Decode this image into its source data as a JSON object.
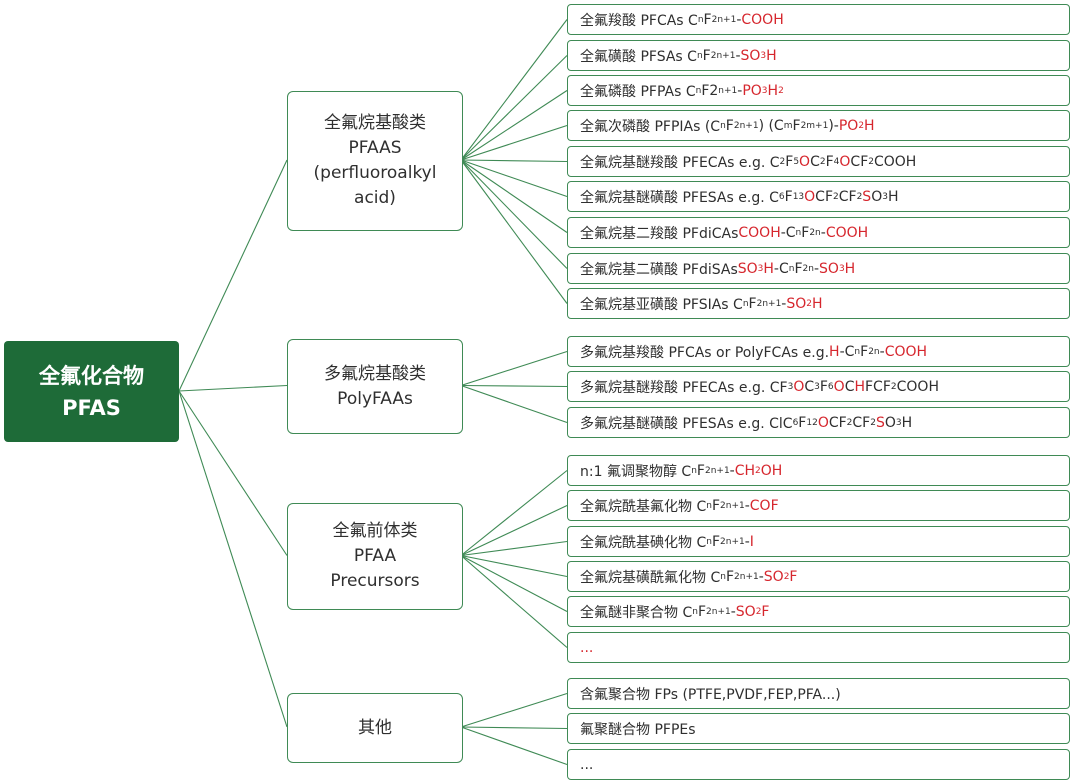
{
  "colors": {
    "accent": "#1e6b38",
    "line": "#3f8a55",
    "highlight": "#d6262d"
  },
  "root": {
    "line1": "全氟化合物",
    "line2": "PFAS"
  },
  "categories": {
    "pfaas": {
      "lines": [
        "全氟烷基酸类",
        "PFAAS",
        "(perfluoroalkyl",
        "acid)"
      ],
      "items": [
        [
          [
            "t",
            "全氟羧酸 PFCAs C"
          ],
          [
            "s",
            "n"
          ],
          [
            "t",
            "F"
          ],
          [
            "s",
            "2n+1"
          ],
          [
            "t",
            "-"
          ],
          [
            "r",
            "COOH"
          ]
        ],
        [
          [
            "t",
            "全氟磺酸 PFSAs C"
          ],
          [
            "s",
            "n"
          ],
          [
            "t",
            "F"
          ],
          [
            "s",
            "2n+1"
          ],
          [
            "t",
            "-"
          ],
          [
            "r",
            "SO"
          ],
          [
            "rs",
            "3"
          ],
          [
            "r",
            "H"
          ]
        ],
        [
          [
            "t",
            "全氟磷酸 PFPAs C"
          ],
          [
            "s",
            "n"
          ],
          [
            "t",
            "F2"
          ],
          [
            "s",
            "n+1"
          ],
          [
            "t",
            "-"
          ],
          [
            "r",
            "PO"
          ],
          [
            "rs",
            "3"
          ],
          [
            "r",
            "H"
          ],
          [
            "rs",
            "2"
          ]
        ],
        [
          [
            "t",
            "全氟次磷酸 PFPIAs (C"
          ],
          [
            "s",
            "n"
          ],
          [
            "t",
            "F"
          ],
          [
            "s",
            "2n+1"
          ],
          [
            "t",
            ") (C"
          ],
          [
            "s",
            "m"
          ],
          [
            "t",
            "F"
          ],
          [
            "s",
            "2m+1"
          ],
          [
            "t",
            ")-"
          ],
          [
            "r",
            "PO"
          ],
          [
            "rs",
            "2"
          ],
          [
            "r",
            "H"
          ]
        ],
        [
          [
            "t",
            "全氟烷基醚羧酸 PFECAs e.g. C"
          ],
          [
            "s",
            "2"
          ],
          [
            "t",
            "F"
          ],
          [
            "s",
            "5"
          ],
          [
            "r",
            "O"
          ],
          [
            "t",
            "C"
          ],
          [
            "s",
            "2"
          ],
          [
            "t",
            "F"
          ],
          [
            "s",
            "4"
          ],
          [
            "r",
            "O"
          ],
          [
            "t",
            "CF"
          ],
          [
            "s",
            "2"
          ],
          [
            "t",
            "COOH"
          ]
        ],
        [
          [
            "t",
            "全氟烷基醚磺酸 PFESAs e.g. C"
          ],
          [
            "s",
            "6"
          ],
          [
            "t",
            "F"
          ],
          [
            "s",
            "13"
          ],
          [
            "r",
            "O"
          ],
          [
            "t",
            "CF"
          ],
          [
            "s",
            "2"
          ],
          [
            "t",
            "CF"
          ],
          [
            "s",
            "2"
          ],
          [
            "r",
            "S"
          ],
          [
            "t",
            "O"
          ],
          [
            "s",
            "3"
          ],
          [
            "t",
            "H"
          ]
        ],
        [
          [
            "t",
            "全氟烷基二羧酸 PFdiCAs "
          ],
          [
            "r",
            "COOH"
          ],
          [
            "t",
            "-C"
          ],
          [
            "s",
            "n"
          ],
          [
            "t",
            "F"
          ],
          [
            "s",
            "2n"
          ],
          [
            "t",
            "-"
          ],
          [
            "r",
            "COOH"
          ]
        ],
        [
          [
            "t",
            "全氟烷基二磺酸 PFdiSAs "
          ],
          [
            "r",
            "SO"
          ],
          [
            "rs",
            "3"
          ],
          [
            "r",
            "H"
          ],
          [
            "t",
            "-C"
          ],
          [
            "s",
            "n"
          ],
          [
            "t",
            "F"
          ],
          [
            "s",
            "2n"
          ],
          [
            "t",
            "-"
          ],
          [
            "r",
            "SO"
          ],
          [
            "rs",
            "3"
          ],
          [
            "r",
            "H"
          ]
        ],
        [
          [
            "t",
            "全氟烷基亚磺酸 PFSIAs C"
          ],
          [
            "s",
            "n"
          ],
          [
            "t",
            "F"
          ],
          [
            "s",
            "2n+1"
          ],
          [
            "t",
            "-"
          ],
          [
            "r",
            "SO"
          ],
          [
            "rs",
            "2"
          ],
          [
            "r",
            "H"
          ]
        ]
      ]
    },
    "polyfaas": {
      "lines": [
        "多氟烷基酸类",
        "PolyFAAs"
      ],
      "items": [
        [
          [
            "t",
            "多氟烷基羧酸 PFCAs or PolyFCAs e.g. "
          ],
          [
            "r",
            "H"
          ],
          [
            "t",
            "-C"
          ],
          [
            "s",
            "n"
          ],
          [
            "t",
            "F"
          ],
          [
            "s",
            "2n"
          ],
          [
            "t",
            "-"
          ],
          [
            "r",
            "COOH"
          ]
        ],
        [
          [
            "t",
            "多氟烷基醚羧酸 PFECAs e.g. CF"
          ],
          [
            "s",
            "3"
          ],
          [
            "r",
            "O"
          ],
          [
            "t",
            "C"
          ],
          [
            "s",
            "3"
          ],
          [
            "t",
            "F"
          ],
          [
            "s",
            "6"
          ],
          [
            "r",
            "O"
          ],
          [
            "t",
            "C"
          ],
          [
            "r",
            "H"
          ],
          [
            "t",
            "FCF"
          ],
          [
            "s",
            "2"
          ],
          [
            "t",
            "COOH"
          ]
        ],
        [
          [
            "t",
            "多氟烷基醚磺酸 PFESAs e.g. ClC"
          ],
          [
            "s",
            "6"
          ],
          [
            "t",
            "F"
          ],
          [
            "s",
            "12"
          ],
          [
            "r",
            "O"
          ],
          [
            "t",
            "CF"
          ],
          [
            "s",
            "2"
          ],
          [
            "t",
            "CF"
          ],
          [
            "s",
            "2"
          ],
          [
            "r",
            "S"
          ],
          [
            "t",
            "O"
          ],
          [
            "s",
            "3"
          ],
          [
            "t",
            "H"
          ]
        ]
      ]
    },
    "precursors": {
      "lines": [
        "全氟前体类",
        "PFAA",
        "Precursors"
      ],
      "items": [
        [
          [
            "t",
            "n:1 氟调聚物醇 C"
          ],
          [
            "s",
            "n"
          ],
          [
            "t",
            "F"
          ],
          [
            "s",
            "2n+1"
          ],
          [
            "t",
            "-"
          ],
          [
            "r",
            "CH"
          ],
          [
            "rs",
            "2"
          ],
          [
            "r",
            "OH"
          ]
        ],
        [
          [
            "t",
            "全氟烷酰基氟化物 C"
          ],
          [
            "s",
            "n"
          ],
          [
            "t",
            "F"
          ],
          [
            "s",
            "2n+1"
          ],
          [
            "t",
            "-"
          ],
          [
            "r",
            "COF"
          ]
        ],
        [
          [
            "t",
            "全氟烷酰基碘化物 C"
          ],
          [
            "s",
            "n"
          ],
          [
            "t",
            "F"
          ],
          [
            "s",
            "2n+1"
          ],
          [
            "t",
            "-"
          ],
          [
            "r",
            "I"
          ]
        ],
        [
          [
            "t",
            "全氟烷基磺酰氟化物 C"
          ],
          [
            "s",
            "n"
          ],
          [
            "t",
            "F"
          ],
          [
            "s",
            "2n+1"
          ],
          [
            "t",
            "-"
          ],
          [
            "r",
            "SO"
          ],
          [
            "rs",
            "2"
          ],
          [
            "r",
            "F"
          ]
        ],
        [
          [
            "t",
            "全氟醚非聚合物 C"
          ],
          [
            "s",
            "n"
          ],
          [
            "t",
            "F"
          ],
          [
            "s",
            "2n+1"
          ],
          [
            "t",
            "-"
          ],
          [
            "r",
            "SO"
          ],
          [
            "rs",
            "2"
          ],
          [
            "r",
            "F"
          ]
        ],
        [
          [
            "r",
            "..."
          ]
        ]
      ]
    },
    "others": {
      "lines": [
        "其他"
      ],
      "items": [
        [
          [
            "t",
            "含氟聚合物 FPs (PTFE,PVDF,FEP,PFA...)"
          ]
        ],
        [
          [
            "t",
            "氟聚醚合物 PFPEs"
          ]
        ],
        [
          [
            "t",
            "..."
          ]
        ]
      ]
    }
  }
}
